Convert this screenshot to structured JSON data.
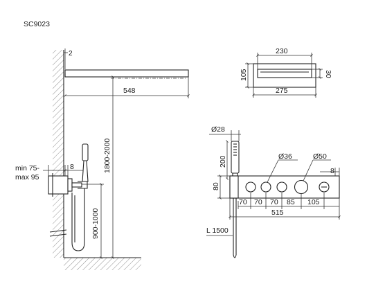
{
  "model_code": "SC9023",
  "side_view": {
    "wall_gap": "2",
    "arm_length": "548",
    "shower_height": "1800-2000",
    "handset_height": "900-1000",
    "niche_depth": "min 75-\nmax 95",
    "niche_depth_min": "min 75-",
    "niche_depth_max": "max 95",
    "plate_thickness": "8"
  },
  "head_view": {
    "inner_width": "230",
    "outer_width": "275",
    "height": "105",
    "inner_height": "30"
  },
  "front_view": {
    "handset_diameter": "Ø28",
    "handset_length": "200",
    "plate_height": "80",
    "knob_diameter": "Ø36",
    "big_knob_diameter": "Ø50",
    "plate_depth": "8",
    "spacings": [
      "70",
      "70",
      "70",
      "85",
      "105"
    ],
    "plate_length": "515",
    "hose_length": "L 1500"
  }
}
